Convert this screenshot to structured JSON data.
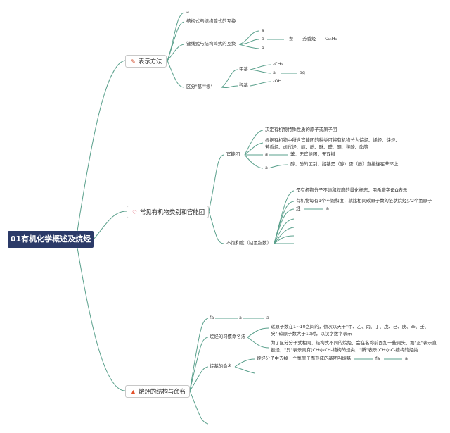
{
  "root": {
    "title": "01有机化学概述及烷烃"
  },
  "topics": {
    "t1": {
      "label": "表示方法",
      "icon": "pencil-icon",
      "color": "#d04a2a"
    },
    "t2": {
      "label": "常见有机物类别和官能团",
      "icon": "heart-icon",
      "color": "#d8344a"
    },
    "t3": {
      "label": "烷烃的结构与命名",
      "icon": "fire-icon",
      "color": "#e2502a"
    }
  },
  "repr": {
    "a": "a",
    "jg": "结构式与结构简式的互换",
    "jx": "键线式与结构简式的互换",
    "a1": "a",
    "a2": "a",
    "a3": "a",
    "benzene": "萘——芳香烃——C₁₀H₈",
    "qf": "区分\"基\"\"根\"",
    "jiaji": "甲基",
    "ch3": "-CH₃",
    "a4": "a",
    "ag": "ag",
    "qiangji": "羟基",
    "oh": "-OH"
  },
  "cat": {
    "gnt": "官能团",
    "gnt1": "决定有机物特殊性质的原子或原子团",
    "gnt2": "根据有机物中所含官能团的种类可将有机物分为烷烃、烯烃、炔烃、芳香烃、卤代烃、醇、酚、醚、醛、酮、羧酸、酯等",
    "a5": "a",
    "ben": "苯：无官能团，无双键",
    "a6": "a",
    "chufen": "醇、酚的区别：羟基是（醇）否（酚）直接连在苯环上",
    "bbh": "不饱和度（缺氢指数）",
    "bbh1": "是有机物分子不饱和程度的量化标志，用希腊字母Ω表示",
    "bbh2": "有机物每有1个不饱和度，就比相同碳原子数的链状烷烃少2个氢原子",
    "jian": "烃",
    "a7": "a"
  },
  "alk": {
    "fa": "fa",
    "a8": "a",
    "a9": "a",
    "xgmf": "烷烃的习惯命名法",
    "xg1": "碳原子数在1~10之间的，依次以天干\"甲、乙、丙、丁、戊、己、庚、辛、壬、癸\",碳原子数大于10时，以汉字数字表示",
    "xg2": "为了区分分子式相同、结构式不同的烷烃，会在名称前面加一些词头，如\"正\"表示直链烃，\"异\"表示具有(CH₃)₂CH-结构的烃类，\"新\"表示(CH₃)₃C-结构的烃类",
    "wjmm": "烷基的命名",
    "wj1": "烷烃分子中去掉一个氢原子而形成的基团叫烷基",
    "fa2": "fa",
    "a10": "a"
  }
}
